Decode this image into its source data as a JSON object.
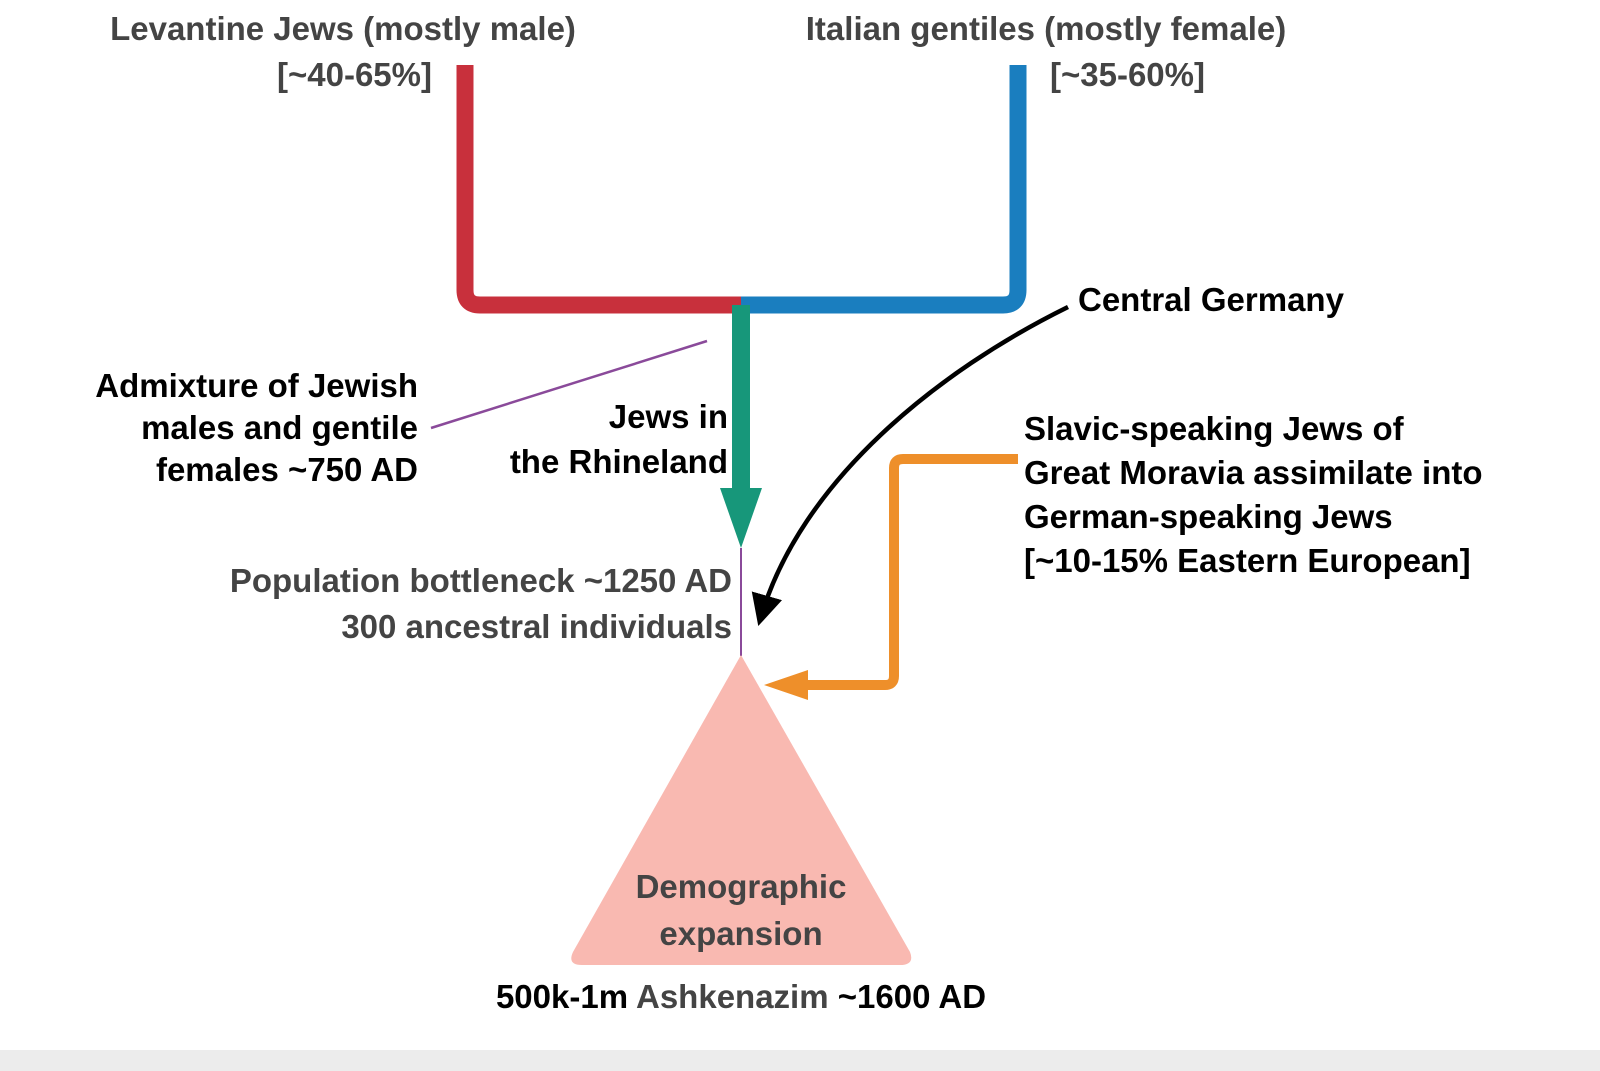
{
  "colors": {
    "levantine": "#c8303c",
    "italian": "#1a7ebf",
    "rhineland": "#17977a",
    "slavic": "#ee8f2a",
    "bottleneck": "#8a4a9a",
    "expansion": "#f9b9b1",
    "central_germany": "#000000"
  },
  "sources": {
    "levantine": {
      "label": "Levantine Jews (mostly male)",
      "share": "[~40-65%]"
    },
    "italian": {
      "label": "Italian gentiles (mostly female)",
      "share": "[~35-60%]"
    }
  },
  "admixture": [
    "Admixture of Jewish",
    "males and gentile",
    "females ~750 AD"
  ],
  "rhineland": [
    "Jews in",
    "the Rhineland"
  ],
  "central_germany": "Central Germany",
  "slavic": [
    "Slavic-speaking Jews of",
    "Great Moravia assimilate into",
    "German-speaking Jews",
    "[~10-15% Eastern European]"
  ],
  "bottleneck": [
    "Population bottleneck ~1250 AD",
    "300 ancestral individuals"
  ],
  "expansion": [
    "Demographic",
    "expansion"
  ],
  "result": {
    "count": "500k-1m",
    "name": "Ashkenazim",
    "date": "~1600 AD"
  }
}
